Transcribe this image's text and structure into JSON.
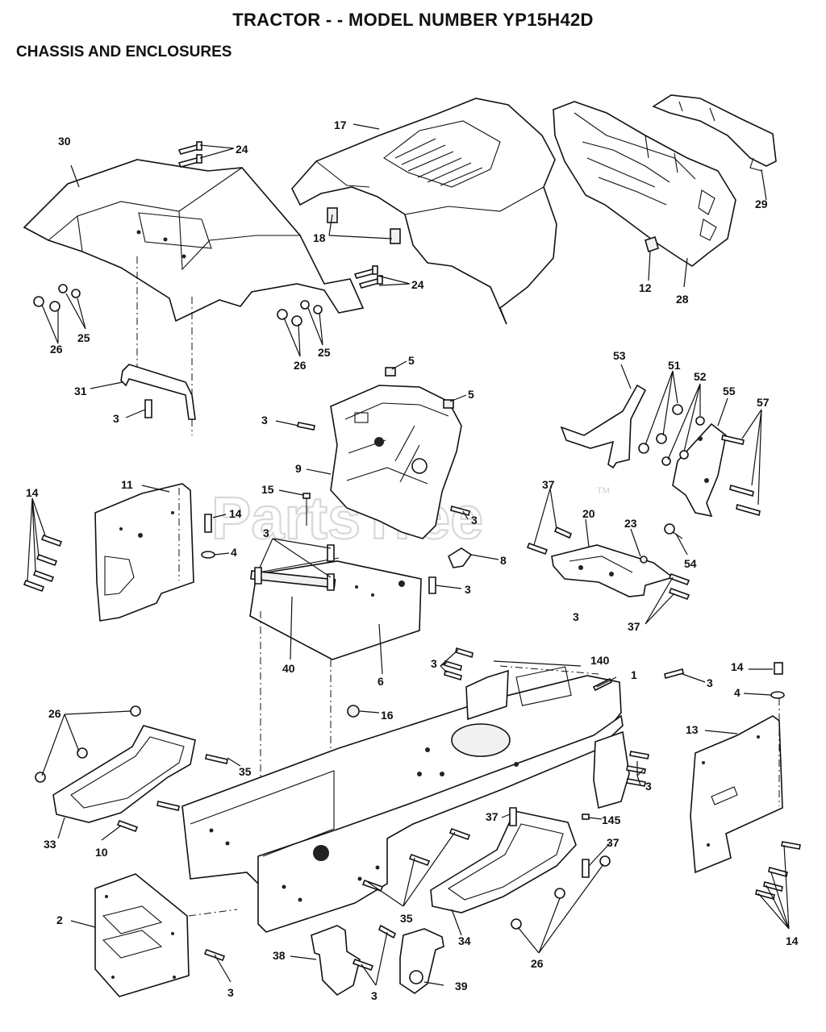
{
  "title": "TRACTOR - - MODEL NUMBER YP15H42D",
  "section": "CHASSIS AND ENCLOSURES",
  "watermark": {
    "text": "PartsTree",
    "mark": "TM"
  },
  "callouts": {
    "c30": "30",
    "c24a": "24",
    "c17": "17",
    "c18": "18",
    "c29": "29",
    "c12": "12",
    "c28": "28",
    "c24b": "24",
    "c25a": "25",
    "c26a": "26",
    "c25b": "25",
    "c26b": "26",
    "c5a": "5",
    "c5b": "5",
    "c31": "31",
    "c3a": "3",
    "c3b": "3",
    "c9": "9",
    "c53": "53",
    "c51": "51",
    "c52": "52",
    "c55": "55",
    "c57": "57",
    "c11": "11",
    "c14a": "14",
    "c15": "15",
    "c14b": "14",
    "c4a": "4",
    "c3c": "3",
    "c37a": "37",
    "c20": "20",
    "c23": "23",
    "c8": "8",
    "c54": "54",
    "c3d": "3",
    "c3e": "3",
    "c37b": "37",
    "c40": "40",
    "c6": "6",
    "c3f": "3",
    "c3g": "3",
    "c140": "140",
    "c1": "1",
    "c3h": "3",
    "c14c": "14",
    "c4b": "4",
    "c13": "13",
    "c16": "16",
    "c26c": "26",
    "c35a": "35",
    "c3i": "3",
    "c33": "33",
    "c10": "10",
    "c37c": "37",
    "c145": "145",
    "c37d": "37",
    "c2": "2",
    "c35b": "35",
    "c34": "34",
    "c26d": "26",
    "c14d": "14",
    "c38": "38",
    "c3j": "3",
    "c39": "39",
    "c3k": "3"
  }
}
